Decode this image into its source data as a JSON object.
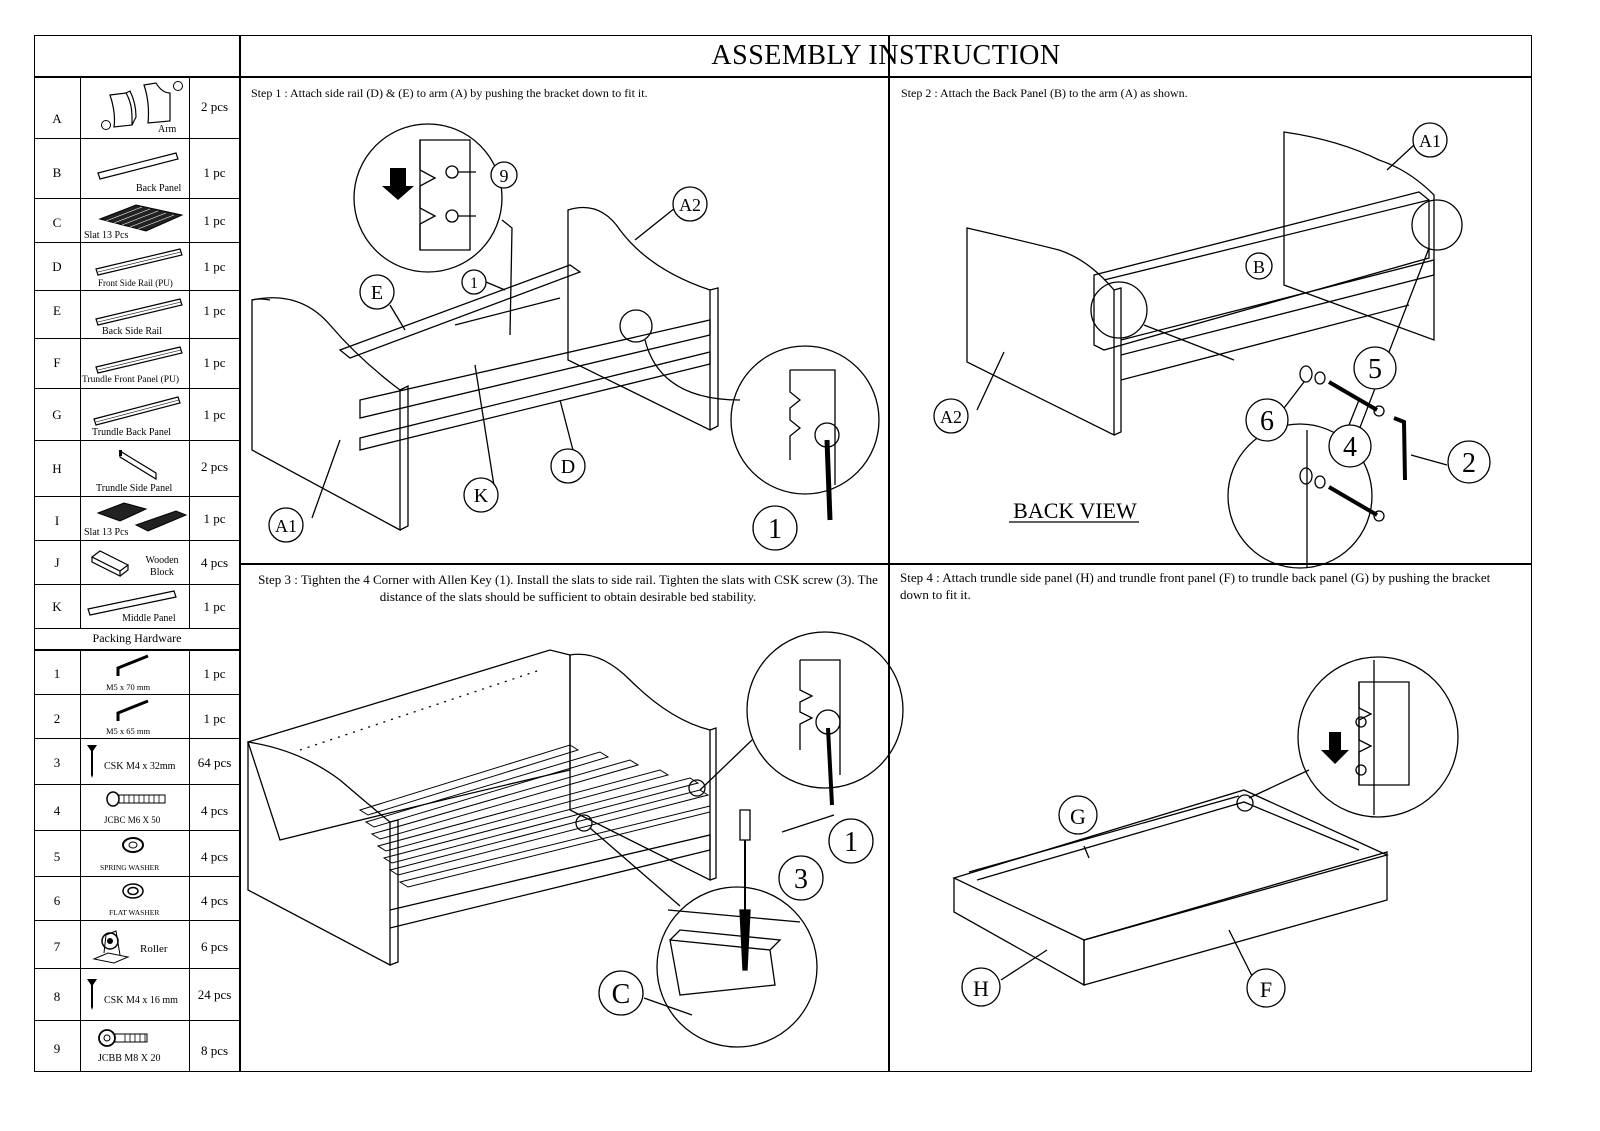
{
  "title": "ASSEMBLY INSTRUCTION",
  "parts": [
    {
      "letter": "A",
      "caption": "Arm",
      "qty": "2 pcs",
      "icon": "arm-icon"
    },
    {
      "letter": "B",
      "caption": "Back Panel",
      "qty": "1 pc",
      "icon": "back-panel-icon"
    },
    {
      "letter": "C",
      "caption": "Slat 13 Pcs",
      "qty": "1 pc",
      "icon": "slat-bundle-icon"
    },
    {
      "letter": "D",
      "caption": "Front Side Rail (PU)",
      "qty": "1 pc",
      "icon": "rail-icon"
    },
    {
      "letter": "E",
      "caption": "Back Side Rail",
      "qty": "1 pc",
      "icon": "rail-icon"
    },
    {
      "letter": "F",
      "caption": "Trundle Front Panel (PU)",
      "qty": "1 pc",
      "icon": "rail-icon"
    },
    {
      "letter": "G",
      "caption": "Trundle Back Panel",
      "qty": "1 pc",
      "icon": "rail-icon"
    },
    {
      "letter": "H",
      "caption": "Trundle Side Panel",
      "qty": "2 pcs",
      "icon": "side-panel-icon"
    },
    {
      "letter": "I",
      "caption": "Slat 13 Pcs",
      "qty": "1 pc",
      "icon": "slat-bundle-icon"
    },
    {
      "letter": "J",
      "caption": "Wooden Block",
      "qty": "4 pcs",
      "icon": "block-icon"
    },
    {
      "letter": "K",
      "caption": "Middle Panel",
      "qty": "1 pc",
      "icon": "rail-icon"
    }
  ],
  "arm_labels": [
    "A1",
    "A2"
  ],
  "hardware_header": "Packing Hardware",
  "hardware": [
    {
      "num": "1",
      "caption": "M5 x 70 mm",
      "qty": "1 pc",
      "icon": "allen-key-icon"
    },
    {
      "num": "2",
      "caption": "M5 x 65 mm",
      "qty": "1 pc",
      "icon": "allen-key-icon"
    },
    {
      "num": "3",
      "caption": "CSK M4 x 32mm",
      "qty": "64 pcs",
      "icon": "screw-icon"
    },
    {
      "num": "4",
      "caption": "JCBC M6 X 50",
      "qty": "4 pcs",
      "icon": "bolt-icon"
    },
    {
      "num": "5",
      "caption": "SPRING WASHER",
      "qty": "4 pcs",
      "icon": "washer-icon"
    },
    {
      "num": "6",
      "caption": "FLAT WASHER",
      "qty": "4 pcs",
      "icon": "washer-icon"
    },
    {
      "num": "7",
      "caption": "Roller",
      "qty": "6 pcs",
      "icon": "roller-icon"
    },
    {
      "num": "8",
      "caption": "CSK M4 x 16 mm",
      "qty": "24 pcs",
      "icon": "screw-icon"
    },
    {
      "num": "9",
      "caption": "JCBB M8 X 20",
      "qty": "8 pcs",
      "icon": "bolt-icon"
    }
  ],
  "steps": [
    {
      "text": "Step 1 : Attach  side rail (D) & (E) to arm (A) by pushing the bracket down to fit it.",
      "callouts": [
        "E",
        "1",
        "9",
        "A2",
        "D",
        "K",
        "A1",
        "1"
      ]
    },
    {
      "text": "Step 2 : Attach the Back Panel (B) to the arm (A) as shown.",
      "callouts": [
        "A1",
        "B",
        "A2",
        "5",
        "6",
        "4",
        "2"
      ],
      "view_label": "BACK VIEW"
    },
    {
      "text": "Step 3 : Tighten the 4 Corner with Allen Key (1). Install the slats to side rail. Tighten the slats with CSK screw (3). The distance of the slats should be sufficient to obtain desirable bed stability.",
      "callouts": [
        "1",
        "3",
        "C"
      ]
    },
    {
      "text": "Step 4 : Attach trundle side panel (H) and trundle front panel (F) to trundle back panel (G) by pushing the bracket down to fit it.",
      "callouts": [
        "G",
        "H",
        "F"
      ]
    }
  ]
}
